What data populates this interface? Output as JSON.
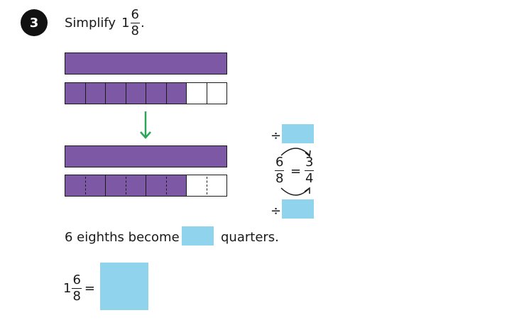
{
  "question": {
    "number": "3",
    "prompt_text": "Simplify",
    "mixed_number": {
      "whole": "1",
      "numerator": "6",
      "denominator": "8"
    },
    "trailing": "."
  },
  "model_top": {
    "whole_bar_label": "",
    "eighths_total": 8,
    "eighths_shaded": 6
  },
  "model_bottom": {
    "quarters_total": 4,
    "quarters_shaded": 3
  },
  "equivalence": {
    "operator_top": "÷",
    "operator_bottom": "÷",
    "left_fraction": {
      "numerator": "6",
      "denominator": "8"
    },
    "equals": "=",
    "right_fraction": {
      "numerator": "3",
      "denominator": "4"
    }
  },
  "sentence": {
    "part1": "6 eighths become",
    "part2": "quarters."
  },
  "answer": {
    "mixed_number": {
      "whole": "1",
      "numerator": "6",
      "denominator": "8"
    },
    "equals": "="
  },
  "colors": {
    "purple": "#7d58a5",
    "answer_box": "#8fd3ec",
    "arrow": "#2aa65a"
  }
}
